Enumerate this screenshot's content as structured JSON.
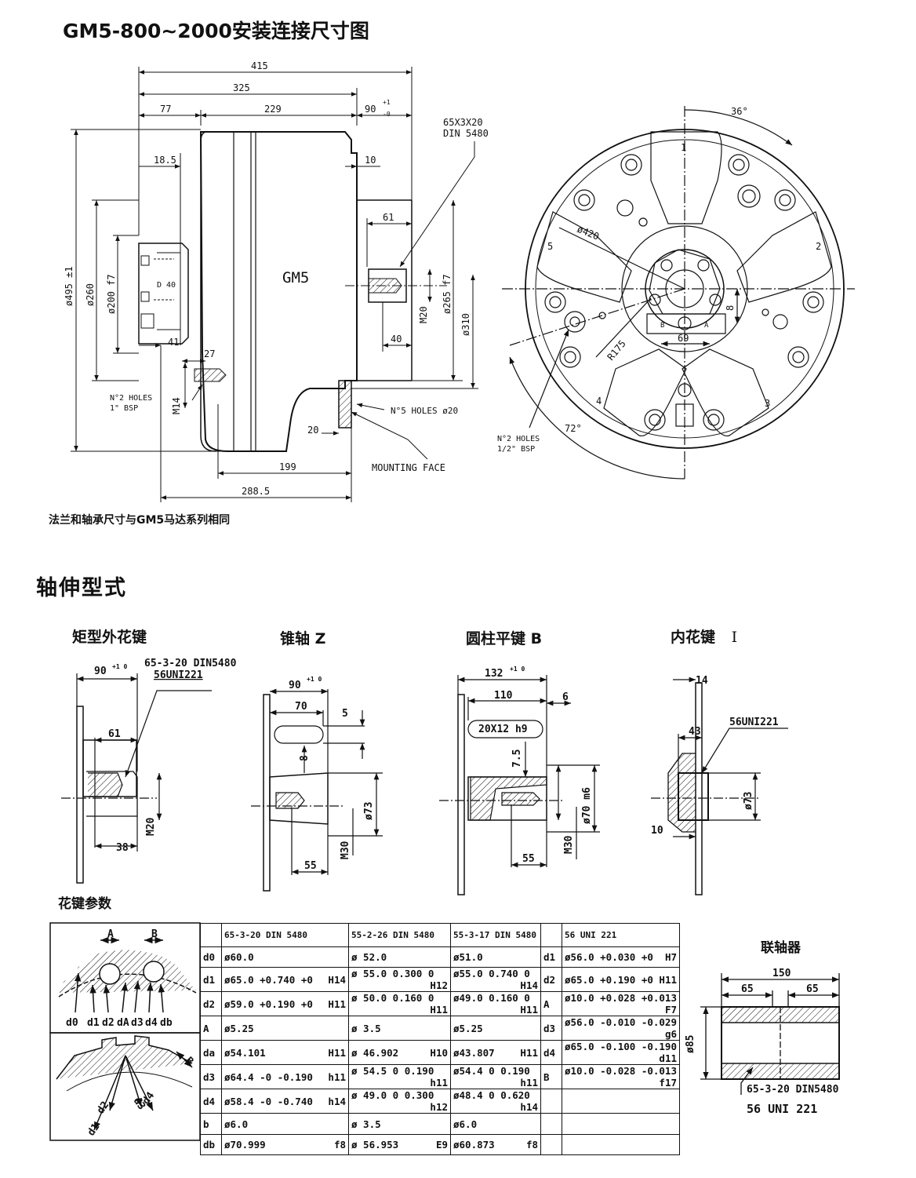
{
  "title": "GM5-800~2000安装连接尺寸图",
  "note": "法兰和轴承尺寸与GM5马达系列相同",
  "section_title": "轴伸型式",
  "splines_label": "花键参数",
  "coupling_label": "联轴器",
  "main_view": {
    "d415": "415",
    "d325": "325",
    "d77": "77",
    "d229": "229",
    "d90": "90",
    "tol90a": "+1",
    "tol90b": "-0",
    "d18_5": "18.5",
    "d10": "10",
    "d61": "61",
    "d40": "40",
    "d41": "41",
    "d27": "27",
    "d20": "20",
    "d199": "199",
    "d288_5": "288.5",
    "dia495": "ø495 ±1",
    "dia260": "ø260",
    "dia200": "ø200 f7",
    "dia265": "ø265 f7",
    "dia310": "ø310",
    "m20": "M20",
    "m14": "M14",
    "d_40": "D 40",
    "gm5": "GM5",
    "spline_note1": "65X3X20",
    "spline_note2": "DIN 5480",
    "holes_bsp1": "N°2 HOLES",
    "holes_bsp2": "1\" BSP",
    "holes_5": "N°5 HOLES ø20",
    "mounting_face": "MOUNTING FACE"
  },
  "side_view": {
    "a36": "36°",
    "a72": "72°",
    "dia420": "ø420",
    "r175": "R175",
    "d69": "69",
    "d8": "8",
    "n1": "1",
    "n2": "2",
    "n3": "3",
    "n4": "4",
    "n5": "5",
    "lb": "B",
    "la": "A",
    "holes1": "N°2 HOLES",
    "holes2": "1/2\" BSP"
  },
  "shaft_types": [
    {
      "label": "矩型外花键",
      "d90": "90",
      "tol": "+1 0",
      "spec1": "65-3-20 DIN5480",
      "spec2": "56UNI221",
      "d61": "61",
      "d38": "38",
      "m20": "M20"
    },
    {
      "label": "锥轴 Z",
      "d90": "90",
      "tol": "+1 0",
      "d70": "70",
      "d5": "5",
      "d8": "8",
      "d55": "55",
      "dia73": "ø73",
      "m30": "M30"
    },
    {
      "label": "圆柱平键 B",
      "d132": "132",
      "tol": "+1 0",
      "d110": "110",
      "d6": "6",
      "key": "20X12 h9",
      "d7_5": "7.5",
      "d55": "55",
      "dia70": "ø70 m6",
      "m30": "M30"
    },
    {
      "label": "内花键",
      "suffix": "I",
      "d14": "14",
      "d43": "43",
      "spec": "56UNI221",
      "dia73": "ø73",
      "d10": "10"
    }
  ],
  "spline_fig": {
    "a": "A",
    "b": "B",
    "lbl_top": [
      "d0",
      "d1",
      "d2",
      "dA",
      "d3",
      "d4",
      "db"
    ],
    "lbl_bot": [
      "d1",
      "d2",
      "d3",
      "d4"
    ],
    "lbl_b": "B"
  },
  "spline_table": {
    "headers": [
      "65-3-20 DIN 5480",
      "55-2-26 DIN 5480",
      "55-3-17 DIN 5480",
      "56 UNI 221"
    ],
    "rows": [
      {
        "k": "d0",
        "c1": "ø60.0",
        "c1t": "",
        "c2": "ø 52.0",
        "c2t": "",
        "c3": "ø51.0",
        "c3t": "",
        "k4": "d1",
        "c4": "ø56.0 +0.030 +0",
        "c4t": "H7"
      },
      {
        "k": "d1",
        "c1": "ø65.0 +0.740 +0",
        "c1t": "H14",
        "c2": "ø 55.0 0.300 0",
        "c2t": "H12",
        "c3": "ø55.0 0.740 0",
        "c3t": "H14",
        "k4": "d2",
        "c4": "ø65.0 +0.190 +0",
        "c4t": "H11"
      },
      {
        "k": "d2",
        "c1": "ø59.0 +0.190 +0",
        "c1t": "H11",
        "c2": "ø 50.0 0.160 0",
        "c2t": "H11",
        "c3": "ø49.0 0.160 0",
        "c3t": "H11",
        "k4": "A",
        "c4": "ø10.0 +0.028 +0.013",
        "c4t": "F7"
      },
      {
        "k": "A",
        "c1": "ø5.25",
        "c1t": "",
        "c2": "ø 3.5",
        "c2t": "",
        "c3": "ø5.25",
        "c3t": "",
        "k4": "d3",
        "c4": "ø56.0 -0.010 -0.029",
        "c4t": "g6"
      },
      {
        "k": "da",
        "c1": "ø54.101",
        "c1t": "H11",
        "c2": "ø 46.902",
        "c2t": "H10",
        "c3": "ø43.807",
        "c3t": "H11",
        "k4": "d4",
        "c4": "ø65.0 -0.100 -0.190",
        "c4t": "d11"
      },
      {
        "k": "d3",
        "c1": "ø64.4 -0 -0.190",
        "c1t": "h11",
        "c2": "ø 54.5 0 0.190",
        "c2t": "h11",
        "c3": "ø54.4 0 0.190",
        "c3t": "h11",
        "k4": "B",
        "c4": "ø10.0 -0.028 -0.013",
        "c4t": "f17"
      },
      {
        "k": "d4",
        "c1": "ø58.4 -0 -0.740",
        "c1t": "h14",
        "c2": "ø 49.0 0 0.300",
        "c2t": "h12",
        "c3": "ø48.4 0 0.620",
        "c3t": "h14",
        "k4": "",
        "c4": "",
        "c4t": ""
      },
      {
        "k": "b",
        "c1": "ø6.0",
        "c1t": "",
        "c2": "ø 3.5",
        "c2t": "",
        "c3": "ø6.0",
        "c3t": "",
        "k4": "",
        "c4": "",
        "c4t": ""
      },
      {
        "k": "db",
        "c1": "ø70.999",
        "c1t": "f8",
        "c2": "ø 56.953",
        "c2t": "E9",
        "c3": "ø60.873",
        "c3t": "f8",
        "k4": "",
        "c4": "",
        "c4t": ""
      }
    ]
  },
  "coupling": {
    "d150": "150",
    "d65a": "65",
    "d65b": "65",
    "dia85": "ø85",
    "spec1": "65-3-20 DIN5480",
    "spec2": "56 UNI 221"
  }
}
